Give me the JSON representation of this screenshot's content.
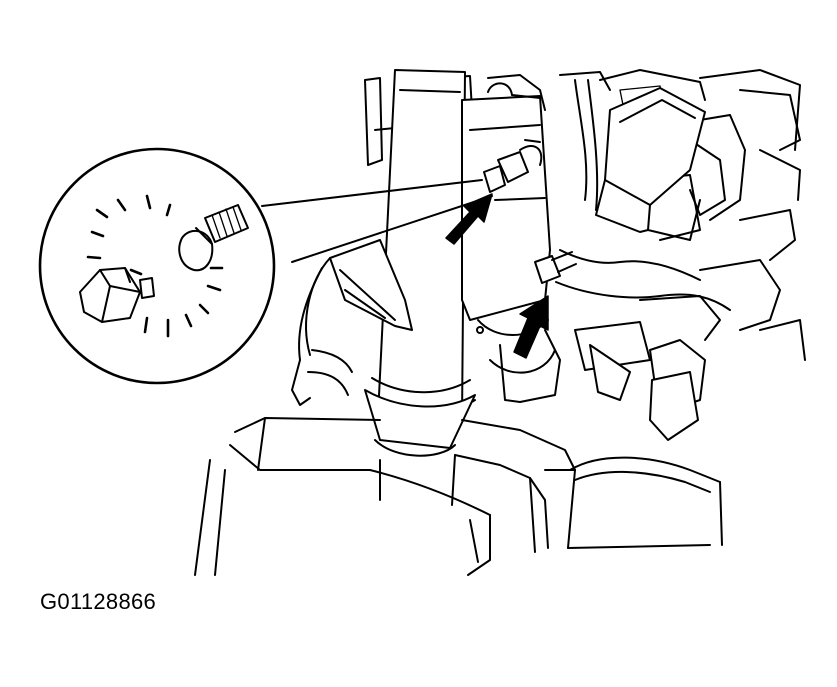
{
  "figure": {
    "id_label": "G01128866"
  },
  "colors": {
    "ink": "#000000",
    "paper": "#ffffff"
  },
  "callouts": {
    "arrow_count": 2,
    "detail_view": "bolt-close-up"
  }
}
